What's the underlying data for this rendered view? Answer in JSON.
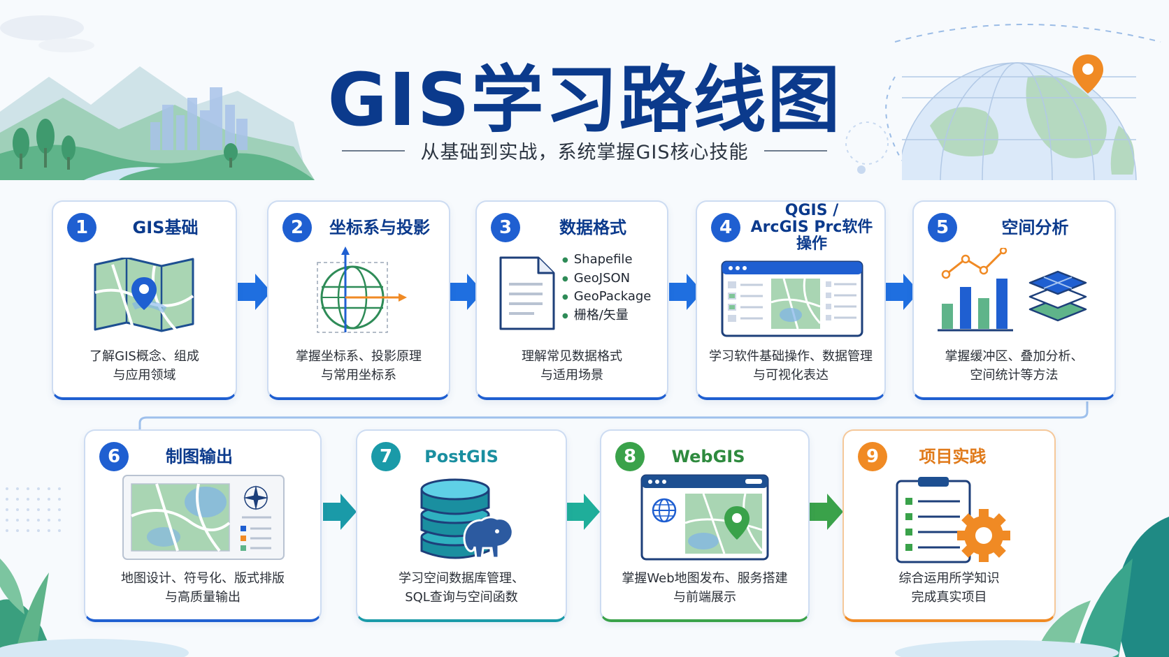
{
  "header": {
    "title": "GIS学习路线图",
    "subtitle": "从基础到实战，系统掌握GIS核心技能"
  },
  "steps": [
    {
      "num": "1",
      "title": "GIS基础",
      "desc": [
        "了解GIS概念、组成",
        "与应用领域"
      ],
      "icon": "folded-map-pin-icon",
      "color": "#1f5fd1"
    },
    {
      "num": "2",
      "title": "坐标系与投影",
      "desc": [
        "掌握坐标系、投影原理",
        "与常用坐标系"
      ],
      "icon": "globe-axes-icon",
      "color": "#1f5fd1"
    },
    {
      "num": "3",
      "title": "数据格式",
      "desc": [
        "理解常见数据格式",
        "与适用场景"
      ],
      "icon": "document-icon",
      "formats": [
        "Shapefile",
        "GeoJSON",
        "GeoPackage",
        "栅格/矢量"
      ],
      "color": "#1f5fd1"
    },
    {
      "num": "4",
      "title": "QGIS / ArcGIS Prc软件操作",
      "title_lines": [
        "QGIS /",
        "ArcGIS Prc软件操作"
      ],
      "desc": [
        "学习软件基础操作、数据管理",
        "与可视化表达"
      ],
      "icon": "software-window-icon",
      "color": "#1f5fd1"
    },
    {
      "num": "5",
      "title": "空间分析",
      "desc": [
        "掌握缓冲区、叠加分析、",
        "空间统计等方法"
      ],
      "icon": "bar-chart-layers-icon",
      "color": "#1f5fd1"
    },
    {
      "num": "6",
      "title": "制图输出",
      "desc": [
        "地图设计、符号化、版式排版",
        "与高质量输出"
      ],
      "icon": "map-layout-icon",
      "color": "#1f5fd1"
    },
    {
      "num": "7",
      "title": "PostGIS",
      "desc": [
        "学习空间数据库管理、",
        "SQL查询与空间函数"
      ],
      "icon": "database-elephant-icon",
      "color": "#1a9aa8"
    },
    {
      "num": "8",
      "title": "WebGIS",
      "desc": [
        "掌握Web地图发布、服务搭建",
        "与前端展示"
      ],
      "icon": "browser-map-icon",
      "color": "#3aa24a"
    },
    {
      "num": "9",
      "title": "项目实践",
      "desc": [
        "综合运用所学知识",
        "完成真实项目"
      ],
      "icon": "checklist-gear-icon",
      "color": "#f08a24"
    }
  ],
  "colors": {
    "title": "#0b3a8c",
    "blue": "#1f5fd1",
    "teal": "#1a9aa8",
    "green": "#3aa24a",
    "orange": "#f08a24"
  }
}
